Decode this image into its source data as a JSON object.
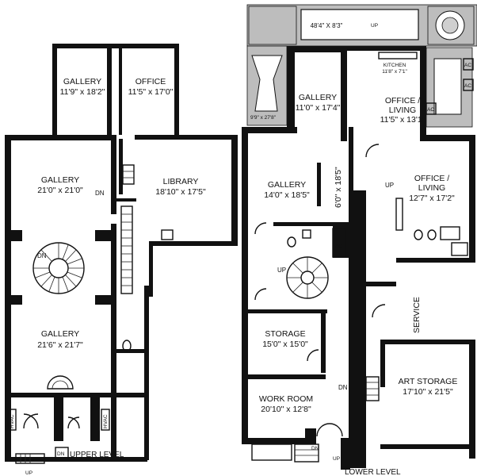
{
  "upper": {
    "level_label": "UPPER LEVEL",
    "gallery_top": {
      "name": "GALLERY",
      "dims": "11'9\" x 18'2\""
    },
    "office": {
      "name": "OFFICE",
      "dims": "11'5\" x 17'0\""
    },
    "gallery_main": {
      "name": "GALLERY",
      "dims": "21'0\" x 21'0\""
    },
    "library": {
      "name": "LIBRARY",
      "dims": "18'10\" x 17'5\""
    },
    "gallery_bottom": {
      "name": "GALLERY",
      "dims": "21'6\" x 21'7\""
    },
    "dn_stair": "DN",
    "dn_spiral": "DN",
    "dn_entry": "DN",
    "up_entry": "UP",
    "hvac": "HVAC"
  },
  "lower": {
    "level_label": "LOWER LEVEL",
    "terrace": {
      "dims": "48'4\" X 8'3\"",
      "up": "UP"
    },
    "side_terrace": {
      "dims": "9'9\" x 27'8\""
    },
    "gallery_top": {
      "name": "GALLERY",
      "dims": "11'0\" x 17'4\""
    },
    "kitchen": {
      "name": "KITCHEN",
      "dims": "11'8\" x 7'1\""
    },
    "office_living_1": {
      "name1": "OFFICE /",
      "name2": "LIVING",
      "dims": "11'5\" x 13'1\""
    },
    "gallery_main": {
      "name": "GALLERY",
      "dims": "14'0\" x 18'5\""
    },
    "hall_dims": "6'0\" x 18'5\"",
    "office_living_2": {
      "name1": "OFFICE /",
      "name2": "LIVING",
      "dims": "12'7\" x 17'2\""
    },
    "storage": {
      "name": "STORAGE",
      "dims": "15'0\" x 15'0\""
    },
    "service": "SERVICE",
    "art_storage": {
      "name": "ART STORAGE",
      "dims": "17'10\" x 21'5\""
    },
    "work_room": {
      "name": "WORK ROOM",
      "dims": "20'10\" x 12'8\""
    },
    "ac": "AC",
    "up_hall": "UP",
    "up_spiral": "UP",
    "dn_side": "DN",
    "dn_entry": "DN",
    "up_entry": "UP"
  }
}
